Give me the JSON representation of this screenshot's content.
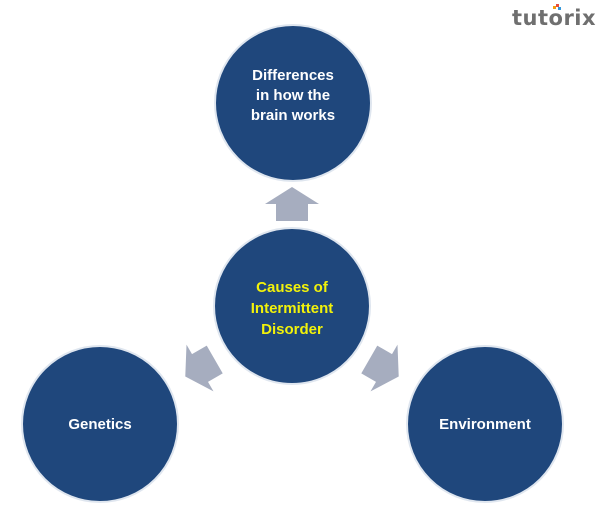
{
  "logo": {
    "text": "tutorix"
  },
  "center": {
    "lines": [
      "Causes of",
      "Intermittent",
      "Disorder"
    ]
  },
  "nodes": [
    {
      "lines": [
        "Differences",
        "in how the",
        "brain works"
      ]
    },
    {
      "lines": [
        "Genetics"
      ]
    },
    {
      "lines": [
        "Environment"
      ]
    }
  ],
  "colors": {
    "circle": "#1f477c",
    "arrow": "#a6adbf",
    "center_text": "#f2f20a",
    "text": "#ffffff"
  }
}
